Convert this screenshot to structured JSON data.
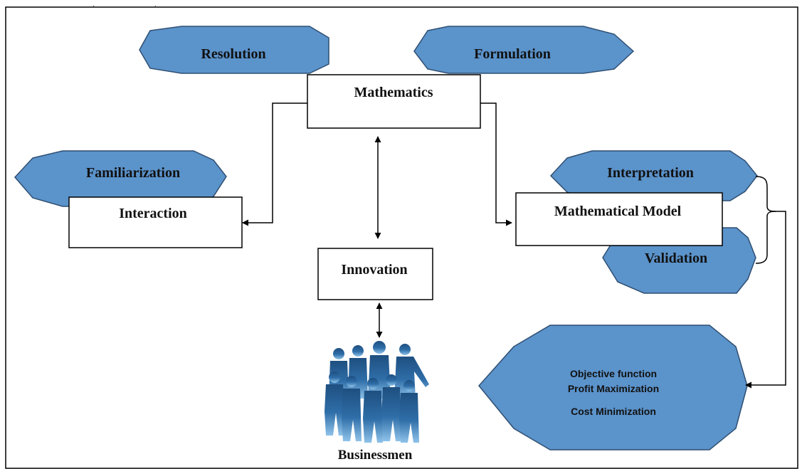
{
  "diagram": {
    "colors": {
      "octagon_fill": "#5b93cb",
      "octagon_stroke": "#2f4f72",
      "box_fill": "#ffffff",
      "line": "#000000",
      "people_dark": "#1e4f80",
      "people_light": "#8fc3ea"
    },
    "nodes": {
      "resolution": "Resolution",
      "formulation": "Formulation",
      "mathematics": "Mathematics",
      "familiarization": "Familiarization",
      "interaction": "Interaction",
      "interpretation": "Interpretation",
      "mathematical_model": "Mathematical Model",
      "validation": "Validation",
      "innovation": "Innovation",
      "businessmen": "Businessmen",
      "objective": {
        "line1": "Objective function",
        "line2": "Profit Maximization",
        "line3": "Cost Minimization"
      }
    }
  }
}
